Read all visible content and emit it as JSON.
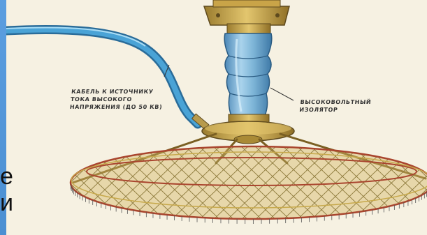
{
  "labels": {
    "cable": [
      "КАБЕЛЬ К ИСТОЧНИКУ",
      "ТОКА ВЫСОКОГО",
      "НАПРЯЖЕНИЯ (ДО 50 КВ)"
    ],
    "insulator": [
      "ВЫСОКОВОЛЬТНЫЙ",
      "ИЗОЛЯТОР"
    ]
  },
  "slide_text": [
    "е",
    "и"
  ],
  "colors": {
    "slide_background": "#4f93d6",
    "paper": "#f6f1e2",
    "cable": "#3f95c9",
    "insulator": "#7fb6d8",
    "brass": "#c9a448",
    "mesh": "#8d7a3c"
  }
}
